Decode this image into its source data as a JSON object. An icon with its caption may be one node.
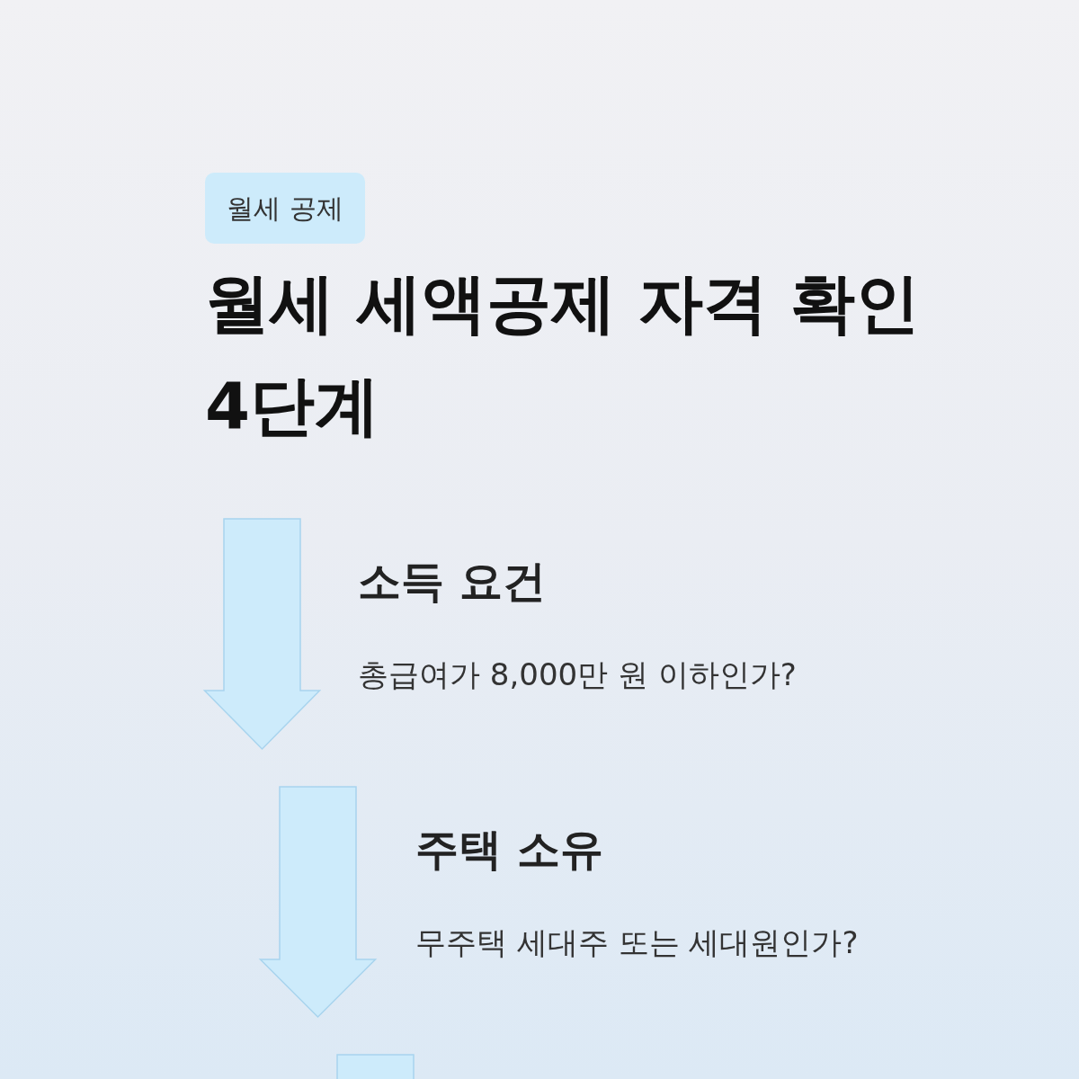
{
  "diagram": {
    "title": "월세 세액공제 자격 확인 4단계",
    "nodes": [
      {
        "text": [
          "월세 공제"
        ]
      }
    ],
    "labels": [
      "소득 요건",
      "총급여가 8,000만 원 이하인가?",
      "주택 소유",
      "무주택 세대주 또는 세대원인가?"
    ]
  }
}
